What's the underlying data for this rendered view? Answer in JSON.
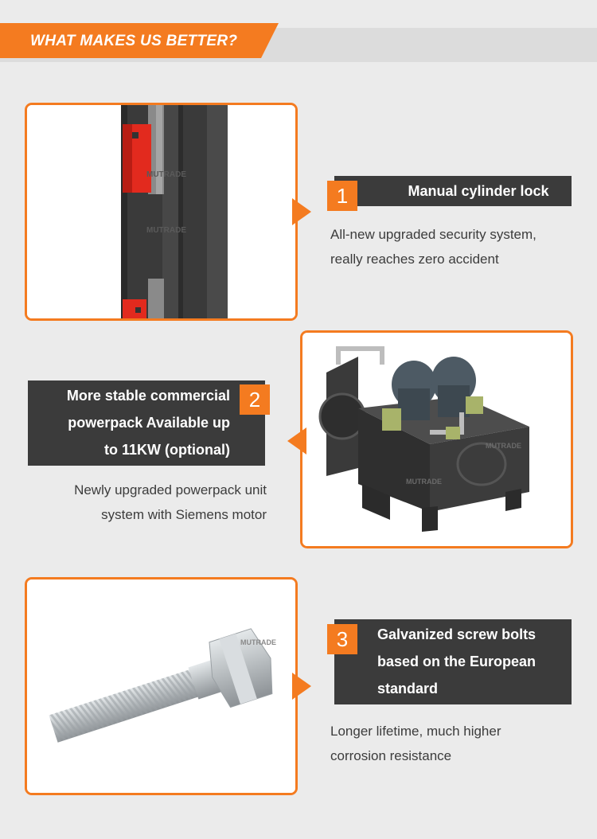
{
  "header": {
    "title": "WHAT MAKES US BETTER?"
  },
  "features": [
    {
      "number": "1",
      "title": "Manual cylinder lock",
      "description_lines": [
        "All-new upgraded security system,",
        "really reaches zero accident"
      ],
      "watermark": "MUTRADE"
    },
    {
      "number": "2",
      "title_lines": [
        "More stable commercial",
        "powerpack Available up",
        "to 11KW (optional)"
      ],
      "description_lines": [
        "Newly upgraded powerpack unit",
        "system with Siemens motor"
      ],
      "watermark": "MUTRADE"
    },
    {
      "number": "3",
      "title_lines": [
        "Galvanized screw bolts",
        "based on the European",
        "standard"
      ],
      "description_lines": [
        "Longer lifetime, much higher",
        "corrosion resistance"
      ],
      "watermark": "MUTRADE"
    }
  ],
  "colors": {
    "accent": "#f47b20",
    "dark": "#3b3b3b",
    "background": "#ebebeb"
  }
}
